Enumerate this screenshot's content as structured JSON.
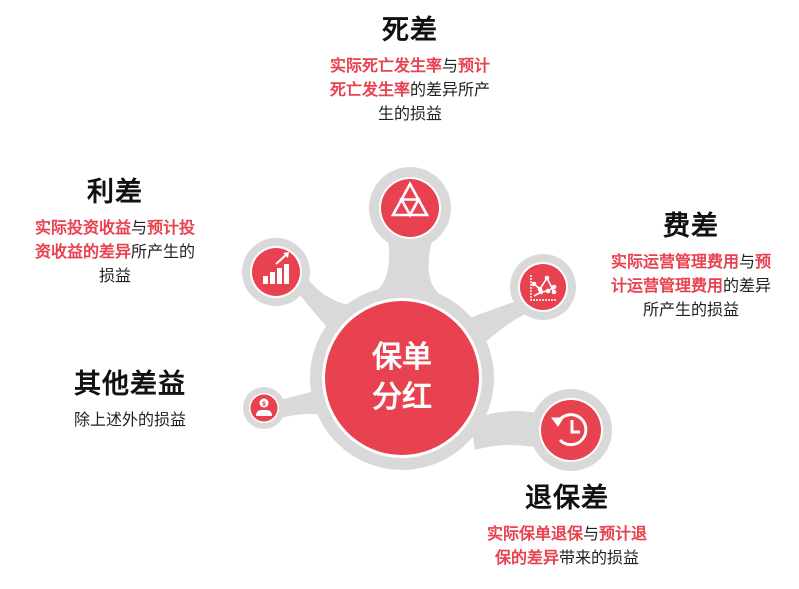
{
  "center": {
    "line1": "保单",
    "line2": "分红"
  },
  "colors": {
    "accent": "#e8414f",
    "connector": "#d9d9d9",
    "text": "#222222"
  },
  "nodes": {
    "death": {
      "title": "死差",
      "icon": "triangle-pyramid-icon",
      "desc": [
        {
          "t": "实际死亡发生率",
          "hl": true
        },
        {
          "t": "与",
          "hl": false
        },
        {
          "t": "预计死亡发生率",
          "hl": true
        },
        {
          "t": "的差异所产生的损益",
          "hl": false
        }
      ],
      "desc_lines": [
        "实际死亡发生率",
        "与",
        "预计",
        "死亡发生率",
        "的差异所产",
        "生的损益"
      ]
    },
    "interest": {
      "title": "利差",
      "icon": "growth-bar-chart-icon",
      "desc_lines": [
        "实际投资收益",
        "与",
        "预计投",
        "资收益的差异",
        "所产生的",
        "损益"
      ]
    },
    "expense": {
      "title": "费差",
      "icon": "line-chart-icon",
      "desc_lines": [
        "实际运营管理费用",
        "与",
        "预",
        "计运营管理费用",
        "的差异",
        "所产生的损益"
      ]
    },
    "other": {
      "title": "其他差益",
      "icon": "dollar-person-icon",
      "desc_lines": [
        "除上述外的损益"
      ]
    },
    "surrender": {
      "title": "退保差",
      "icon": "history-clock-icon",
      "desc_lines": [
        "实际保单退保",
        "与",
        "预计退",
        "保的差异",
        "带来的损益"
      ]
    }
  }
}
